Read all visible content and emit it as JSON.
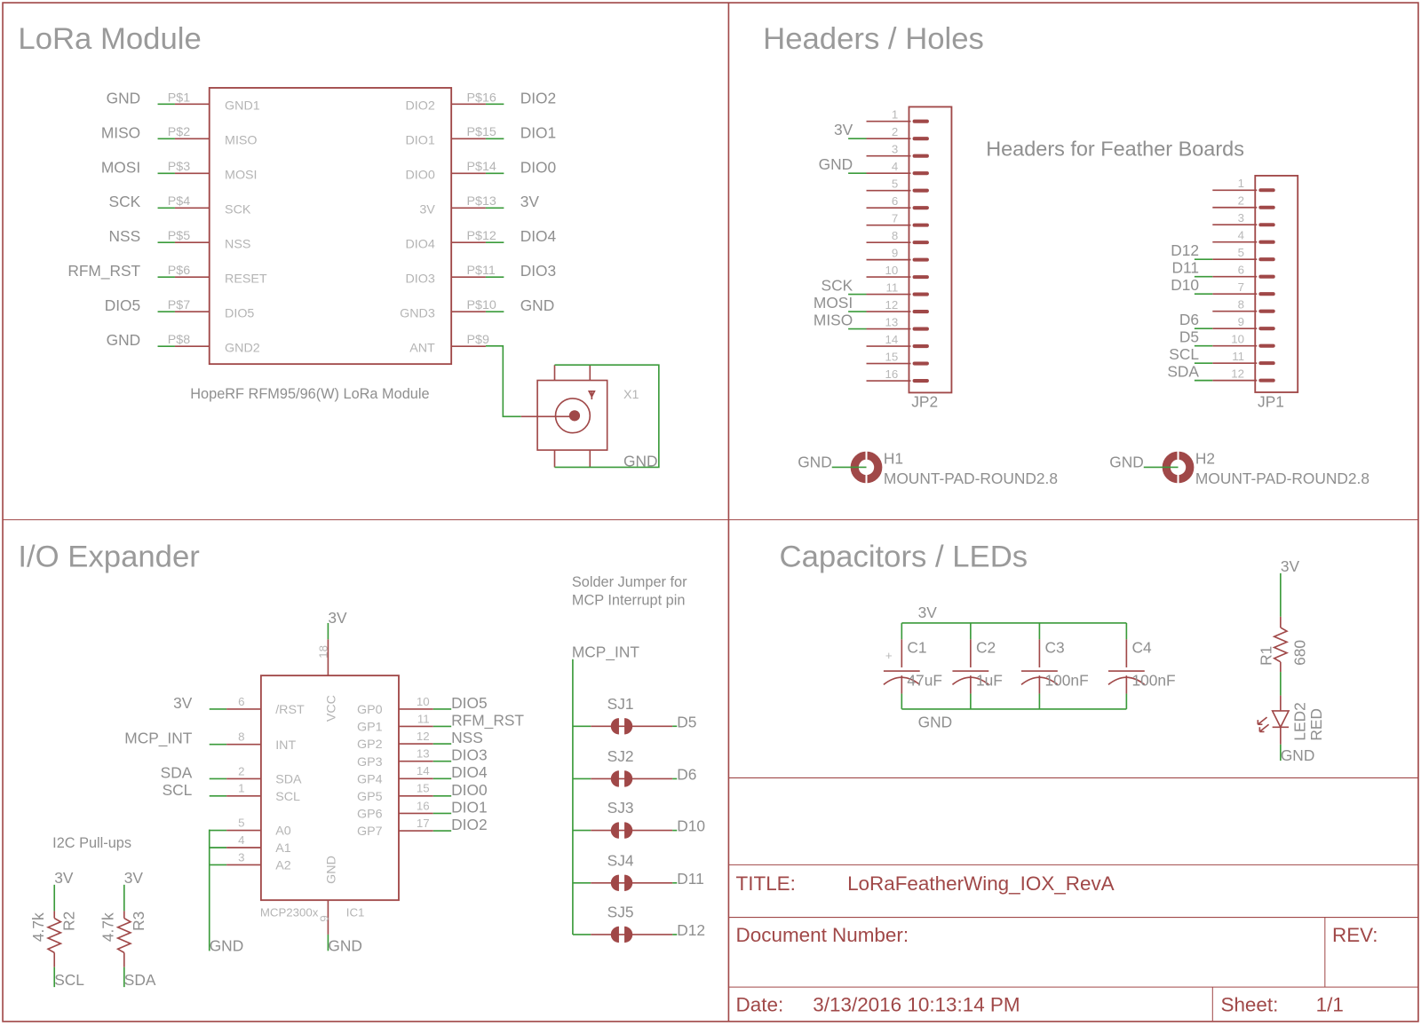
{
  "sections": {
    "lora": "LoRa Module",
    "headers": "Headers / Holes",
    "io": "I/O Expander",
    "caps": "Capacitors / LEDs"
  },
  "lora": {
    "part_caption": "HopeRF RFM95/96(W) LoRa Module",
    "left_pins": [
      {
        "net": "GND",
        "pad": "P$1",
        "name": "GND1"
      },
      {
        "net": "MISO",
        "pad": "P$2",
        "name": "MISO"
      },
      {
        "net": "MOSI",
        "pad": "P$3",
        "name": "MOSI"
      },
      {
        "net": "SCK",
        "pad": "P$4",
        "name": "SCK"
      },
      {
        "net": "NSS",
        "pad": "P$5",
        "name": "NSS"
      },
      {
        "net": "RFM_RST",
        "pad": "P$6",
        "name": "RESET"
      },
      {
        "net": "DIO5",
        "pad": "P$7",
        "name": "DIO5"
      },
      {
        "net": "GND",
        "pad": "P$8",
        "name": "GND2"
      }
    ],
    "right_pins": [
      {
        "net": "DIO2",
        "pad": "P$16",
        "name": "DIO2"
      },
      {
        "net": "DIO1",
        "pad": "P$15",
        "name": "DIO1"
      },
      {
        "net": "DIO0",
        "pad": "P$14",
        "name": "DIO0"
      },
      {
        "net": "3V",
        "pad": "P$13",
        "name": "3V"
      },
      {
        "net": "DIO4",
        "pad": "P$12",
        "name": "DIO4"
      },
      {
        "net": "DIO3",
        "pad": "P$11",
        "name": "DIO3"
      },
      {
        "net": "GND",
        "pad": "P$10",
        "name": "GND3"
      },
      {
        "net": "",
        "pad": "P$9",
        "name": "ANT"
      }
    ],
    "antenna": {
      "ref": "X1",
      "pin": "ANT",
      "gnd": "GND"
    }
  },
  "headers": {
    "caption": "Headers for Feather Boards",
    "jp2": {
      "ref": "JP2",
      "nets": [
        "",
        "3V",
        "",
        "GND",
        "",
        "",
        "",
        "",
        "",
        "",
        "SCK",
        "MOSI",
        "MISO",
        "",
        "",
        ""
      ]
    },
    "jp1": {
      "ref": "JP1",
      "nets": [
        "",
        "",
        "",
        "",
        "D12",
        "D11",
        "D10",
        "",
        "D6",
        "D5",
        "SCL",
        "SDA"
      ]
    },
    "holes": [
      {
        "ref": "H1",
        "value": "MOUNT-PAD-ROUND2.8",
        "net": "GND"
      },
      {
        "ref": "H2",
        "value": "MOUNT-PAD-ROUND2.8",
        "net": "GND"
      }
    ]
  },
  "io": {
    "vcc_net": "3V",
    "vcc_pin": "18",
    "vcc_name": "VCC",
    "gnd_net": "GND",
    "gnd_pin": "9",
    "gnd_name": "GND",
    "part": "MCP2300x",
    "ref": "IC1",
    "left_pins": [
      {
        "net": "3V",
        "num": "6",
        "name": "/RST"
      },
      {
        "net": "MCP_INT",
        "num": "8",
        "name": "INT"
      },
      {
        "net": "SDA",
        "num": "2",
        "name": "SDA"
      },
      {
        "net": "SCL",
        "num": "1",
        "name": "SCL"
      },
      {
        "net": "",
        "num": "5",
        "name": "A0"
      },
      {
        "net": "",
        "num": "4",
        "name": "A1"
      },
      {
        "net": "",
        "num": "3",
        "name": "A2"
      }
    ],
    "addr_gnd": "GND",
    "right_pins": [
      {
        "net": "DIO5",
        "num": "10",
        "name": "GP0"
      },
      {
        "net": "RFM_RST",
        "num": "11",
        "name": "GP1"
      },
      {
        "net": "NSS",
        "num": "12",
        "name": "GP2"
      },
      {
        "net": "DIO3",
        "num": "13",
        "name": "GP3"
      },
      {
        "net": "DIO4",
        "num": "14",
        "name": "GP4"
      },
      {
        "net": "DIO0",
        "num": "15",
        "name": "GP5"
      },
      {
        "net": "DIO1",
        "num": "16",
        "name": "GP6"
      },
      {
        "net": "DIO2",
        "num": "17",
        "name": "GP7"
      }
    ],
    "pullups": {
      "caption": "I2C Pull-ups",
      "items": [
        {
          "ref": "R2",
          "value": "4.7k",
          "top": "3V",
          "bottom": "SCL"
        },
        {
          "ref": "R3",
          "value": "4.7k",
          "top": "3V",
          "bottom": "SDA"
        }
      ]
    },
    "jumpers": {
      "caption_line1": "Solder Jumper for",
      "caption_line2": "MCP Interrupt pin",
      "common_net": "MCP_INT",
      "items": [
        {
          "ref": "SJ1",
          "net": "D5"
        },
        {
          "ref": "SJ2",
          "net": "D6"
        },
        {
          "ref": "SJ3",
          "net": "D10"
        },
        {
          "ref": "SJ4",
          "net": "D11"
        },
        {
          "ref": "SJ5",
          "net": "D12"
        }
      ]
    }
  },
  "caps": {
    "top_net": "3V",
    "bottom_net": "GND",
    "items": [
      {
        "ref": "C1",
        "value": "47uF",
        "polarized": true,
        "plus": "+"
      },
      {
        "ref": "C2",
        "value": "1uF"
      },
      {
        "ref": "C3",
        "value": "100nF"
      },
      {
        "ref": "C4",
        "value": "100nF"
      }
    ],
    "led": {
      "top_net": "3V",
      "r_ref": "R1",
      "r_value": "680",
      "led_ref": "LED2",
      "led_value": "RED",
      "bottom_net": "GND"
    }
  },
  "titleblock": {
    "title_label": "TITLE:",
    "title": "LoRaFeatherWing_IOX_RevA",
    "docnum_label": "Document Number:",
    "rev_label": "REV:",
    "date_label": "Date:",
    "date": "3/13/2016 10:13:14 PM",
    "sheet_label": "Sheet:",
    "sheet": "1/1"
  }
}
